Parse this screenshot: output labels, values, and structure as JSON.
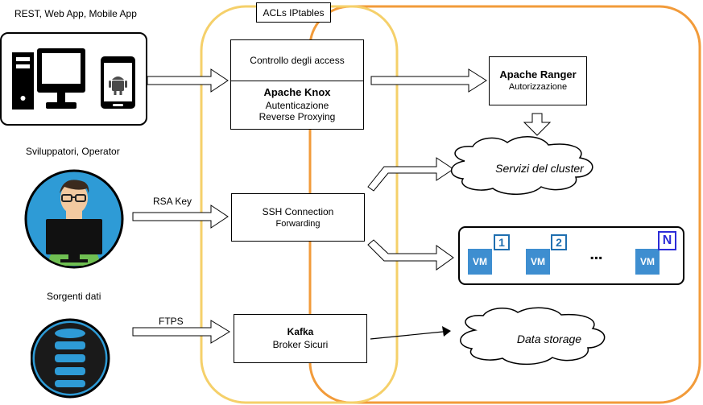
{
  "regions": {
    "firewall_label": "ACLs IPtables"
  },
  "sources": {
    "apps_label": "REST, Web App, Mobile App",
    "devs_label": "Sviluppatori, Operator",
    "data_label": "Sorgenti dati"
  },
  "edges": {
    "rsa_label": "RSA Key",
    "ftps_label": "FTPS"
  },
  "gateway": {
    "access_title": "Controllo degli access",
    "knox_title": "Apache Knox",
    "knox_line1": "Autenticazione",
    "knox_line2": "Reverse Proxying"
  },
  "ssh": {
    "line1": "SSH Connection",
    "line2": "Forwarding"
  },
  "kafka": {
    "title": "Kafka",
    "subtitle": "Broker Sicuri"
  },
  "ranger": {
    "title": "Apache Ranger",
    "subtitle": "Autorizzazione"
  },
  "cluster": {
    "services_label": "Servizi del cluster",
    "storage_label": "Data storage",
    "vms": [
      {
        "badge": "1",
        "label": "VM"
      },
      {
        "badge": "2",
        "label": "VM"
      },
      {
        "badge": "N",
        "label": "VM"
      }
    ],
    "ellipsis": "▪▪▪"
  },
  "colors": {
    "cluster_border": "#F29B3A",
    "firewall_border": "#F5D06A",
    "vm_blue": "#3E8ED0",
    "badge_blue": "#1F6FB0",
    "badge_n": "#2B2BD8",
    "avatar_bg": "#2E9BD6"
  },
  "icons": [
    "desktop-computer-icon",
    "android-phone-icon",
    "developer-avatar-icon",
    "database-icon",
    "cloud-icon",
    "vm-icon"
  ]
}
